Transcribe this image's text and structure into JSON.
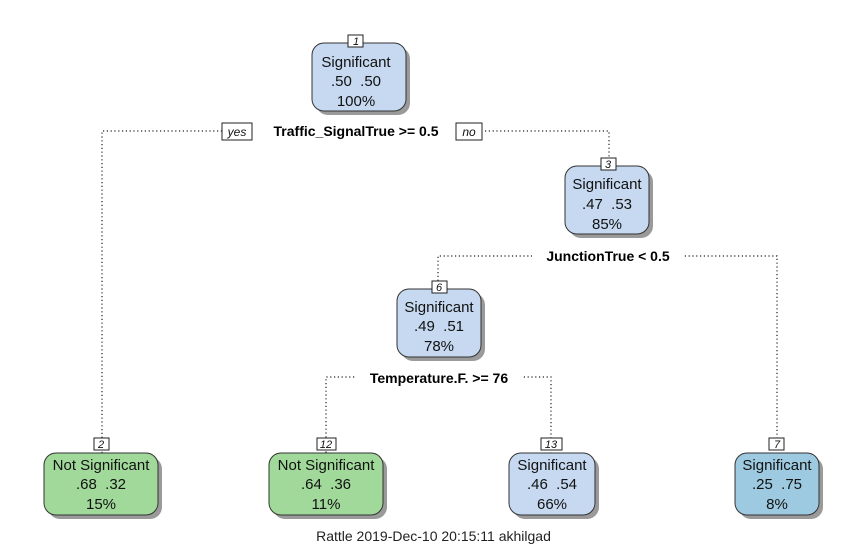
{
  "nodes": [
    {
      "id": "1",
      "label": "Significant",
      "probs": ".50  .50",
      "pct": "100%",
      "color": "#c6d9f0"
    },
    {
      "id": "3",
      "label": "Significant",
      "probs": ".47  .53",
      "pct": "85%",
      "color": "#c6d9f0"
    },
    {
      "id": "6",
      "label": "Significant",
      "probs": ".49  .51",
      "pct": "78%",
      "color": "#c6d9f0"
    },
    {
      "id": "2",
      "label": "Not Significant",
      "probs": ".68  .32",
      "pct": "15%",
      "color": "#a1d99b"
    },
    {
      "id": "12",
      "label": "Not Significant",
      "probs": ".64  .36",
      "pct": "11%",
      "color": "#a1d99b"
    },
    {
      "id": "13",
      "label": "Significant",
      "probs": ".46  .54",
      "pct": "66%",
      "color": "#c6d9f0"
    },
    {
      "id": "7",
      "label": "Significant",
      "probs": ".25  .75",
      "pct": "8%",
      "color": "#9ecae1"
    }
  ],
  "splits": [
    {
      "text": "Traffic_SignalTrue >= 0.5",
      "yes": "yes",
      "no": "no"
    },
    {
      "text": "JunctionTrue < 0.5"
    },
    {
      "text": "Temperature.F. >= 76"
    }
  ],
  "footer": "Rattle 2019-Dec-10 20:15:11 akhilgad"
}
